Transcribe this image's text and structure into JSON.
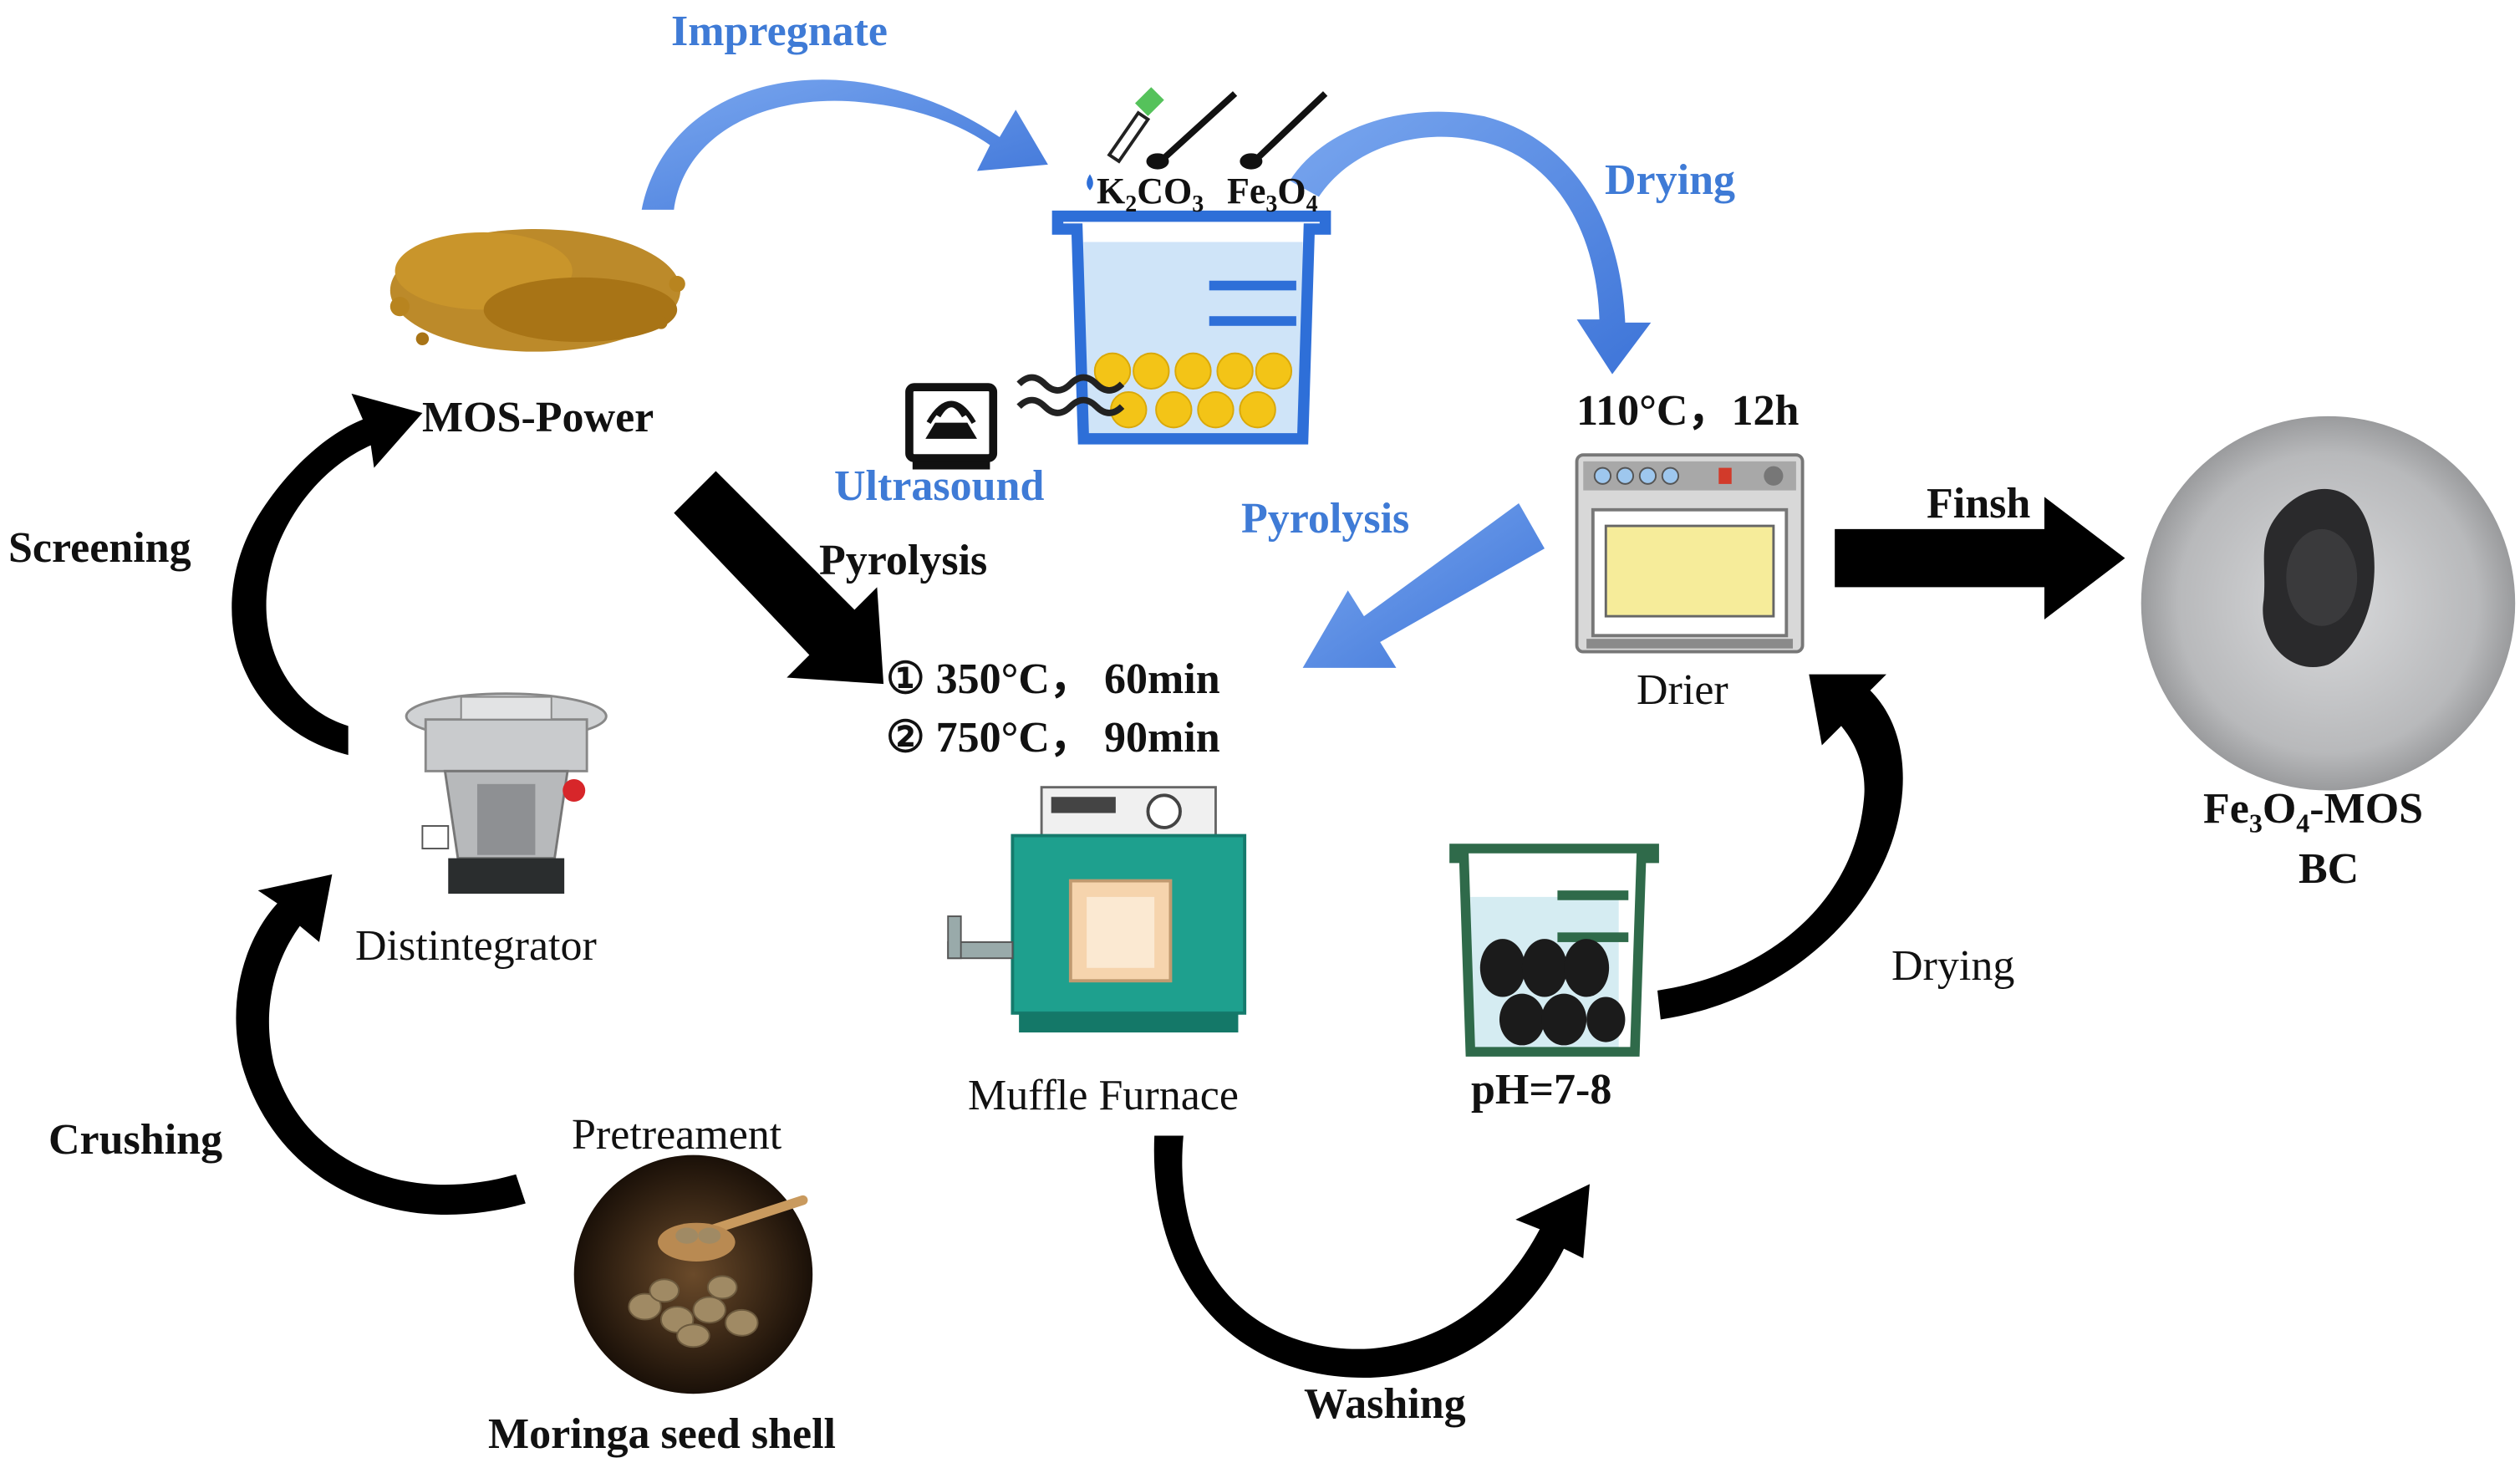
{
  "labels": {
    "impregnate": "Impregnate",
    "drying_top": "Drying",
    "k2co3_main": "K",
    "k2co3_sub2": "2",
    "k2co3_co": "CO",
    "k2co3_sub3": "3",
    "fe3o4_fe": "Fe",
    "fe3o4_sub3": "3",
    "fe3o4_o": "O",
    "fe3o4_sub4": "4",
    "mos_power": "MOS-Power",
    "ultrasound": "Ultrasound",
    "screening": "Screening",
    "pyrolysis_left": "Pyrolysis",
    "pyrolysis_blue": "Pyrolysis",
    "drier_condition": "110°C，12h",
    "finsh": "Finsh",
    "step1": "① 350°C， 60min",
    "step2": "② 750°C， 90min",
    "drier": "Drier",
    "distintegrator": "Distintegrator",
    "muffle_furnace": "Muffle Furnace",
    "ph": "pH=7-8",
    "drying_right": "Drying",
    "crushing": "Crushing",
    "pretreament": "Pretreament",
    "moringa": "Moringa seed shell",
    "washing": "Washing",
    "product_line1_fe": "Fe",
    "product_line1_sub3": "3",
    "product_line1_o": "O",
    "product_line1_sub4": "4",
    "product_line1_rest": "-MOS",
    "product_line2": "BC"
  },
  "colors": {
    "blue_text": "#3f7bd6",
    "blue_arrow": "#5b8ee6",
    "beaker_blue": "#2e6fd8",
    "ball_yellow": "#f3c417",
    "powder_brown": "#b8841f",
    "oven_gray": "#bdbdbd",
    "oven_yellow": "#f6ec9a",
    "furnace_green": "#1ea08e",
    "wash_green": "#2f6a4a",
    "black": "#000000"
  }
}
